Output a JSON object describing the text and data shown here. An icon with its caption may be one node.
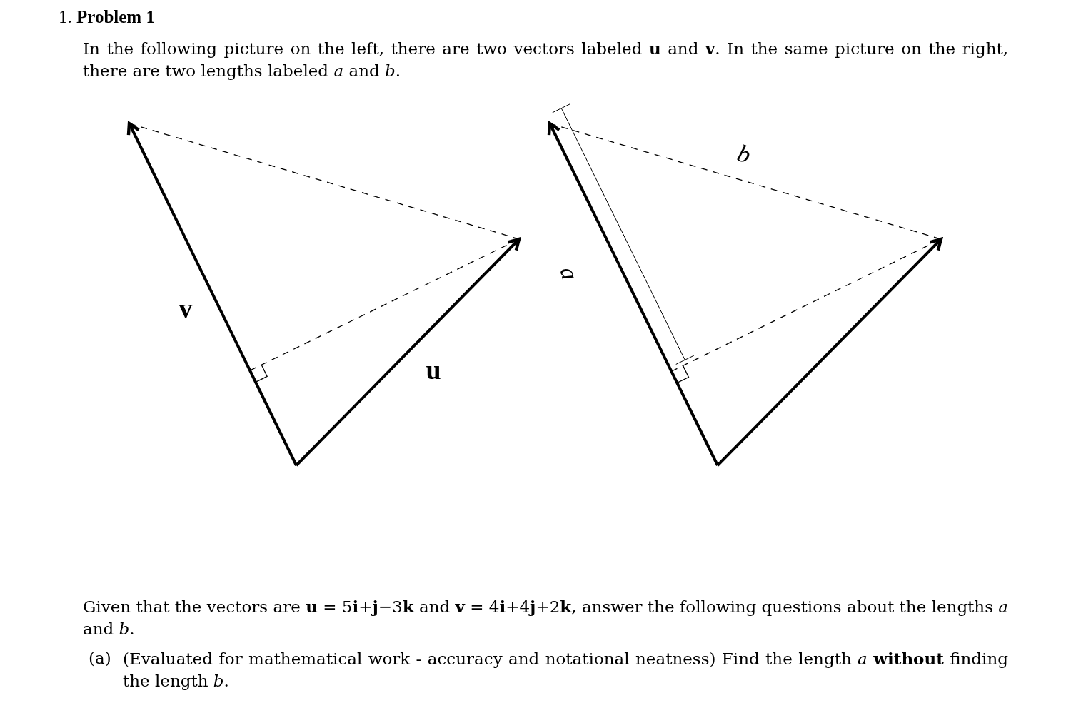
{
  "diagram": {
    "title": "1. **Problem 1**",
    "labels": [
      "In the following picture on the left, there are two vectors labeled **u** and **v**. In the same picture on the right, there are two lengths labeled *a* and *b*.",
      "v",
      "u",
      "a",
      "b",
      "Given that the vectors are **u** = 5**i**+**j**−3**k** and **v** = 4**i**+4**j**+2**k**, answer the following questions about the lengths *a* and *b*.",
      "(a)",
      "(Evaluated for mathematical work - accuracy and notational neatness) Find the length *a* **without** finding the length *b*."
    ]
  }
}
